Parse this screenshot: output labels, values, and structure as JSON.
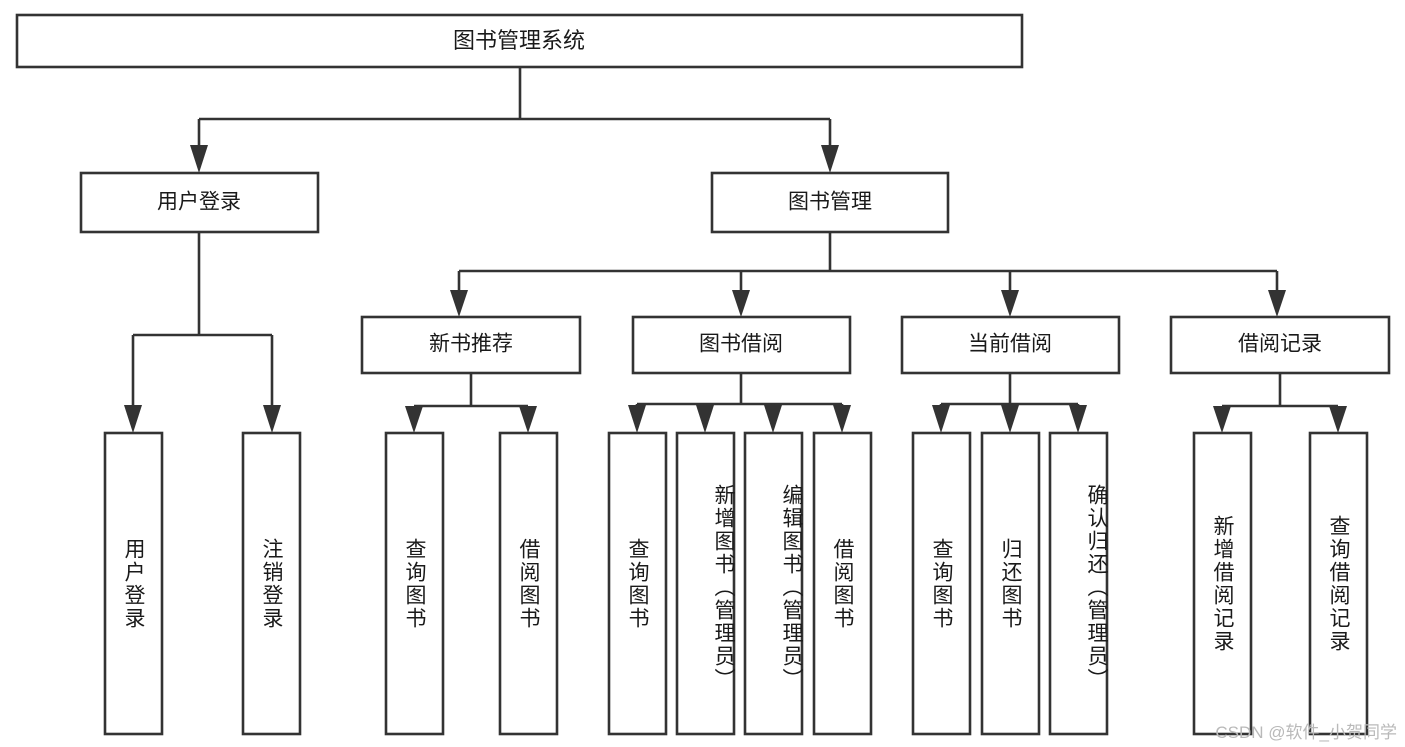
{
  "diagram": {
    "type": "tree-hierarchy",
    "title": "图书管理系统",
    "orientation": "top-down",
    "colors": {
      "background": "#ffffff",
      "box_fill": "#ffffff",
      "box_stroke": "#333333",
      "text": "#1a1a1a",
      "watermark": "#b9b9b9"
    },
    "root": {
      "label": "图书管理系统"
    },
    "level2": [
      {
        "label": "用户登录"
      },
      {
        "label": "图书管理"
      }
    ],
    "level3": [
      {
        "label": "新书推荐"
      },
      {
        "label": "图书借阅"
      },
      {
        "label": "当前借阅"
      },
      {
        "label": "借阅记录"
      }
    ],
    "leaves": {
      "user_login": [
        {
          "label": "用户登录"
        },
        {
          "label": "注销登录"
        }
      ],
      "new_book_recommend": [
        {
          "label": "查询图书"
        },
        {
          "label": "借阅图书"
        }
      ],
      "book_borrow": [
        {
          "label": "查询图书"
        },
        {
          "label": "新增图书（管理员）"
        },
        {
          "label": "编辑图书（管理员）"
        },
        {
          "label": "借阅图书"
        }
      ],
      "current_borrow": [
        {
          "label": "查询图书"
        },
        {
          "label": "归还图书"
        },
        {
          "label": "确认归还（管理员）"
        }
      ],
      "borrow_record": [
        {
          "label": "新增借阅记录"
        },
        {
          "label": "查询借阅记录"
        }
      ]
    }
  },
  "watermark": {
    "text": "CSDN @软件_小贺同学"
  }
}
